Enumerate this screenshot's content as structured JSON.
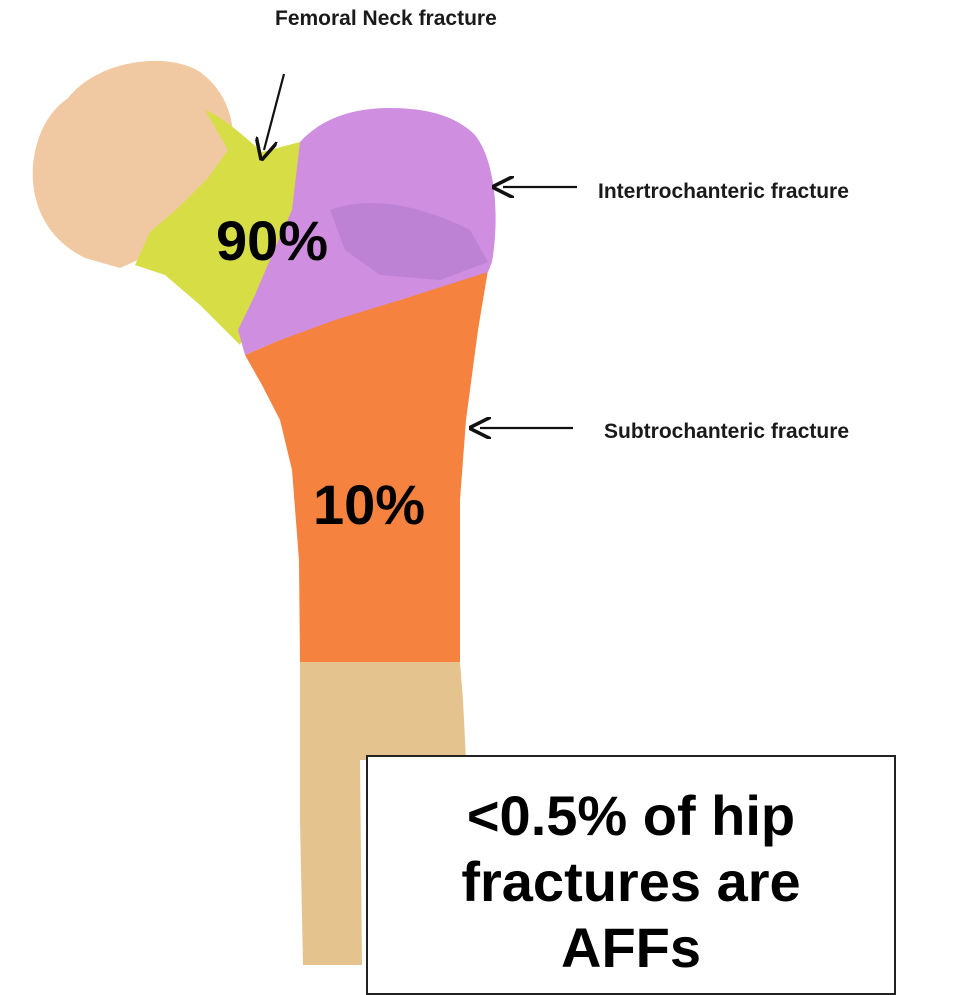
{
  "labels": {
    "femoral_neck": "Femoral Neck fracture",
    "intertrochanteric": "Intertrochanteric fracture",
    "subtrochanteric": "Subtrochanteric fracture"
  },
  "percentages": {
    "proximal": "90%",
    "subtrochanteric": "10%"
  },
  "callout": {
    "text": "<0.5% of hip\nfractures are\nAFFs"
  },
  "colors": {
    "bone": "#f0c9a2",
    "shaft": "#e4c38f",
    "neck": "#d6dd45",
    "trochanter": "#cf8ee0",
    "subtrochanteric": "#f5823e"
  }
}
